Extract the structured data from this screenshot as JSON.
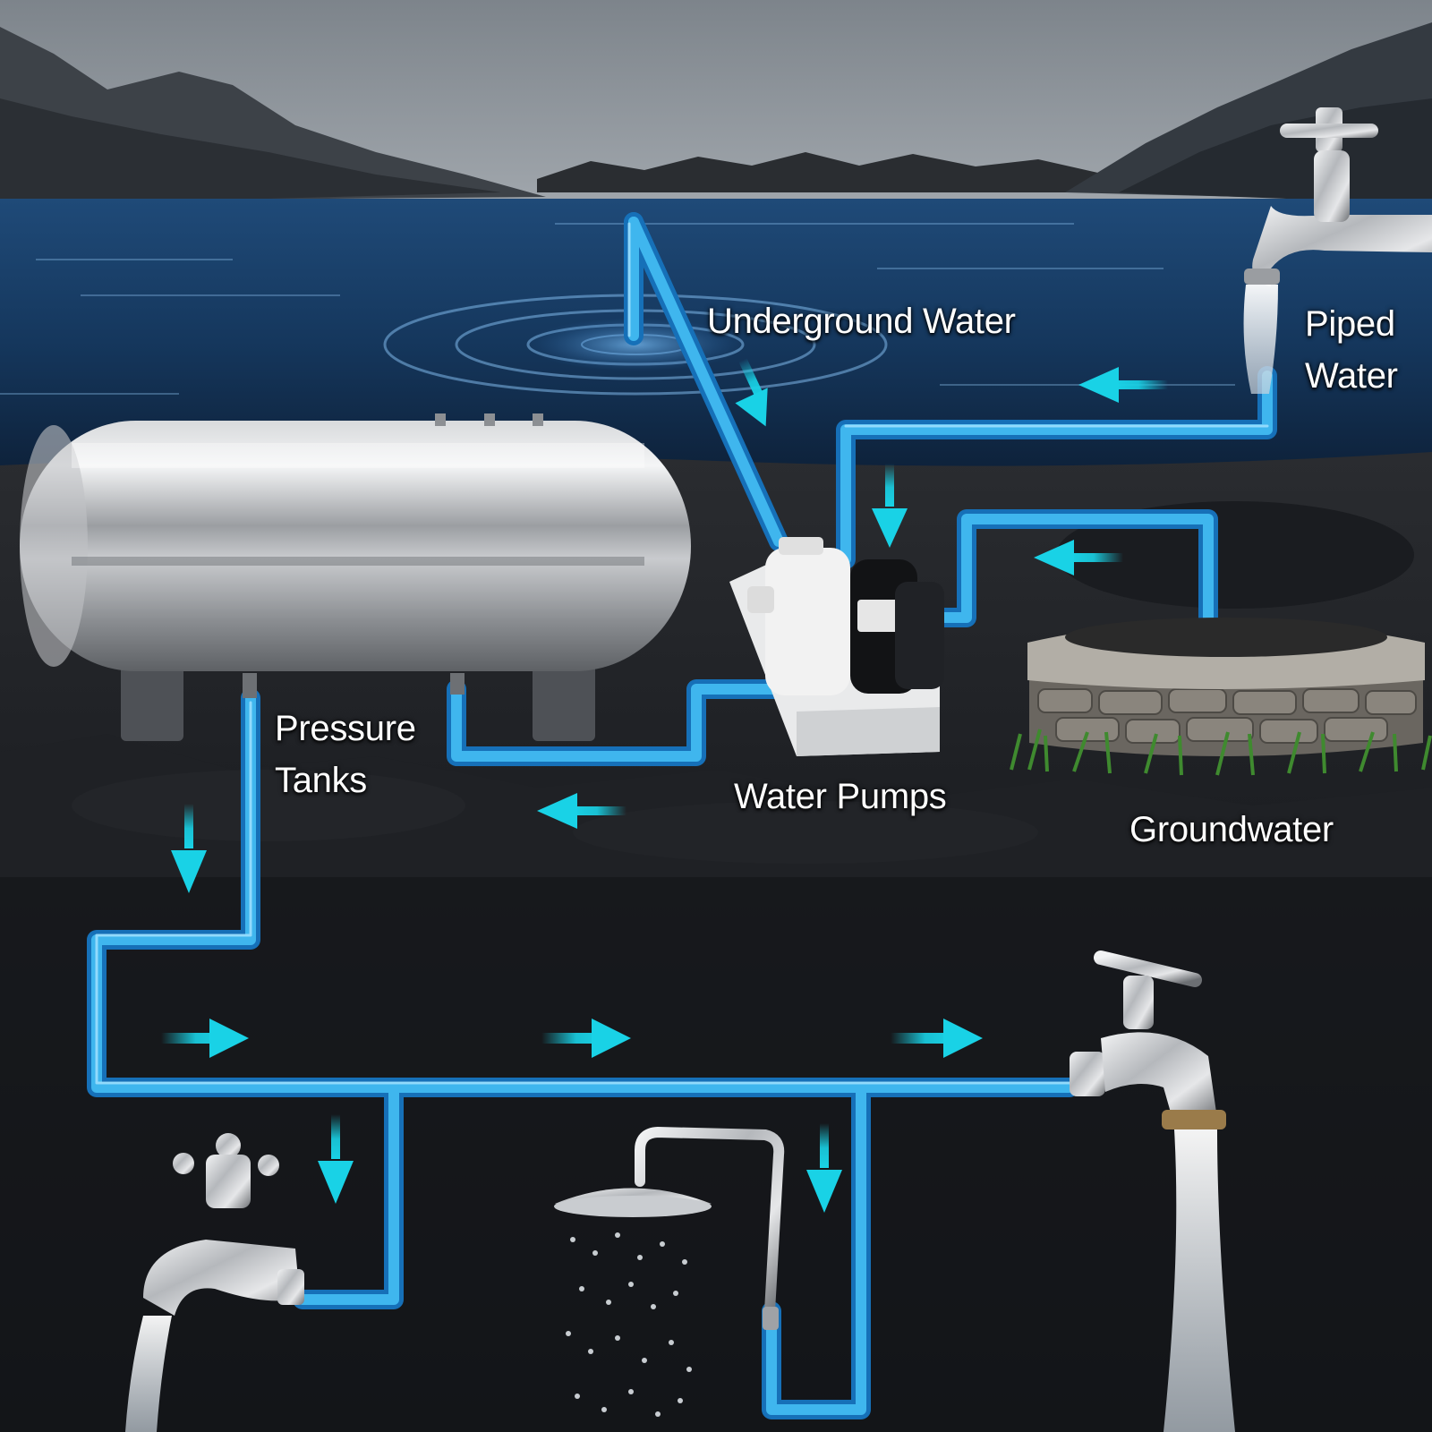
{
  "labels": {
    "underground_water": "Underground Water",
    "piped_water_line1": "Piped",
    "piped_water_line2": "Water",
    "pressure_tanks_line1": "Pressure",
    "pressure_tanks_line2": "Tanks",
    "water_pumps": "Water Pumps",
    "groundwater": "Groundwater"
  },
  "colors": {
    "pipe": "#3fb6ee",
    "pipe_dark": "#1670b8",
    "arrow": "#19d2e6",
    "water": "#13406e",
    "sky": "#8e959c",
    "ground": "#1c1e22"
  },
  "icons": [
    "faucet-icon",
    "water-pump-icon",
    "pressure-tank-icon",
    "stone-well-icon",
    "shower-head-icon",
    "flow-arrow-icon"
  ]
}
